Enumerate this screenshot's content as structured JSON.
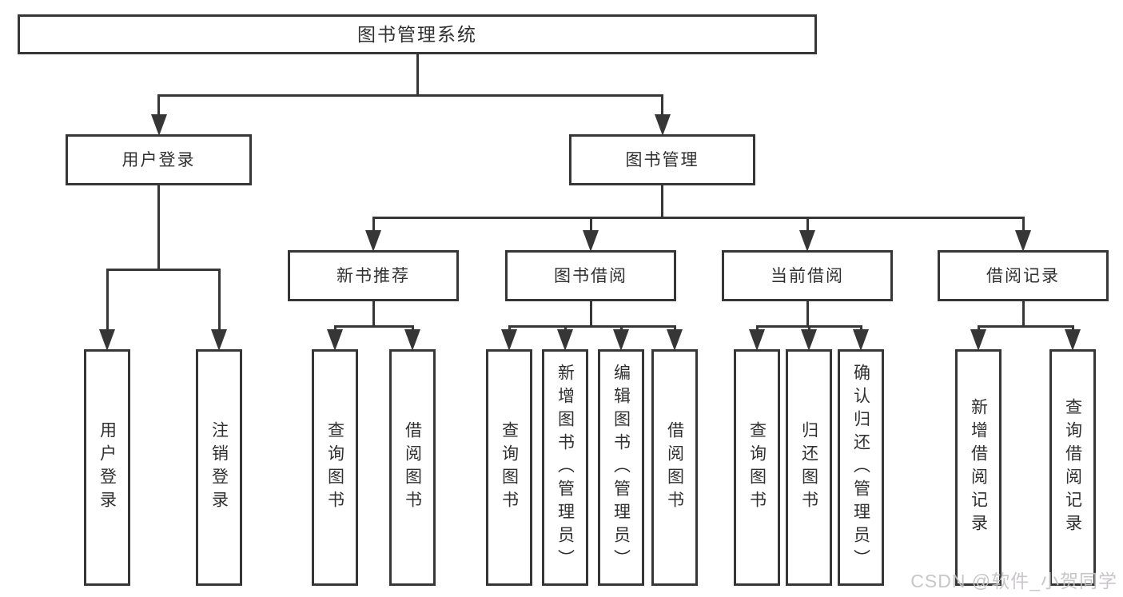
{
  "diagram": {
    "line_color": "#363636",
    "text_color": "#303030",
    "background": "#ffffff",
    "nodes": [
      {
        "id": "root",
        "label": "图书管理系统",
        "orientation": "horizontal"
      },
      {
        "id": "user-login",
        "label": "用户登录",
        "orientation": "horizontal"
      },
      {
        "id": "book-mgmt",
        "label": "图书管理",
        "orientation": "horizontal"
      },
      {
        "id": "new-books",
        "label": "新书推荐",
        "orientation": "horizontal"
      },
      {
        "id": "book-borrow",
        "label": "图书借阅",
        "orientation": "horizontal"
      },
      {
        "id": "current-borrow",
        "label": "当前借阅",
        "orientation": "horizontal"
      },
      {
        "id": "borrow-records",
        "label": "借阅记录",
        "orientation": "horizontal"
      },
      {
        "id": "v-user-login",
        "label": "用户登录",
        "orientation": "vertical"
      },
      {
        "id": "v-logout",
        "label": "注销登录",
        "orientation": "vertical"
      },
      {
        "id": "nb-query",
        "label": "查询图书",
        "orientation": "vertical"
      },
      {
        "id": "nb-borrow",
        "label": "借阅图书",
        "orientation": "vertical"
      },
      {
        "id": "bb-query",
        "label": "查询图书",
        "orientation": "vertical"
      },
      {
        "id": "bb-add",
        "label": "新增图书（管理员）",
        "orientation": "vertical"
      },
      {
        "id": "bb-edit",
        "label": "编辑图书（管理员）",
        "orientation": "vertical"
      },
      {
        "id": "bb-borrow",
        "label": "借阅图书",
        "orientation": "vertical"
      },
      {
        "id": "cb-query",
        "label": "查询图书",
        "orientation": "vertical"
      },
      {
        "id": "cb-return",
        "label": "归还图书",
        "orientation": "vertical"
      },
      {
        "id": "cb-confirm",
        "label": "确认归还（管理员）",
        "orientation": "vertical"
      },
      {
        "id": "br-add",
        "label": "新增借阅记录",
        "orientation": "vertical"
      },
      {
        "id": "br-query",
        "label": "查询借阅记录",
        "orientation": "vertical"
      }
    ],
    "edges": [
      {
        "from": "root",
        "to": [
          "user-login",
          "book-mgmt"
        ]
      },
      {
        "from": "user-login",
        "to": [
          "v-user-login",
          "v-logout"
        ]
      },
      {
        "from": "book-mgmt",
        "to": [
          "new-books",
          "book-borrow",
          "current-borrow",
          "borrow-records"
        ]
      },
      {
        "from": "new-books",
        "to": [
          "nb-query",
          "nb-borrow"
        ]
      },
      {
        "from": "book-borrow",
        "to": [
          "bb-query",
          "bb-add",
          "bb-edit",
          "bb-borrow"
        ]
      },
      {
        "from": "current-borrow",
        "to": [
          "cb-query",
          "cb-return",
          "cb-confirm"
        ]
      },
      {
        "from": "borrow-records",
        "to": [
          "br-add",
          "br-query"
        ]
      }
    ]
  },
  "watermark": {
    "text": "CSDN @软件_小贺同学",
    "color": "#c4c2c4"
  }
}
